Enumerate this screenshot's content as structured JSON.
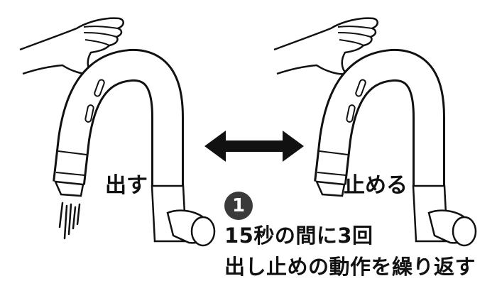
{
  "labels": {
    "dispense": "出す",
    "stop": "止める"
  },
  "step": {
    "number": "1"
  },
  "instruction": {
    "line1": "15秒の間に3回",
    "line2": "出し止めの動作を繰り返す"
  },
  "icons": {
    "left_hand": "hand-wave-icon",
    "right_hand": "hand-wave-icon",
    "arrow": "double-arrow-icon",
    "left_faucet": "faucet-icon",
    "right_faucet": "faucet-icon",
    "water": "water-stream-icon"
  },
  "colors": {
    "ink": "#111111",
    "badge": "#3a3a3a",
    "background": "#ffffff"
  }
}
